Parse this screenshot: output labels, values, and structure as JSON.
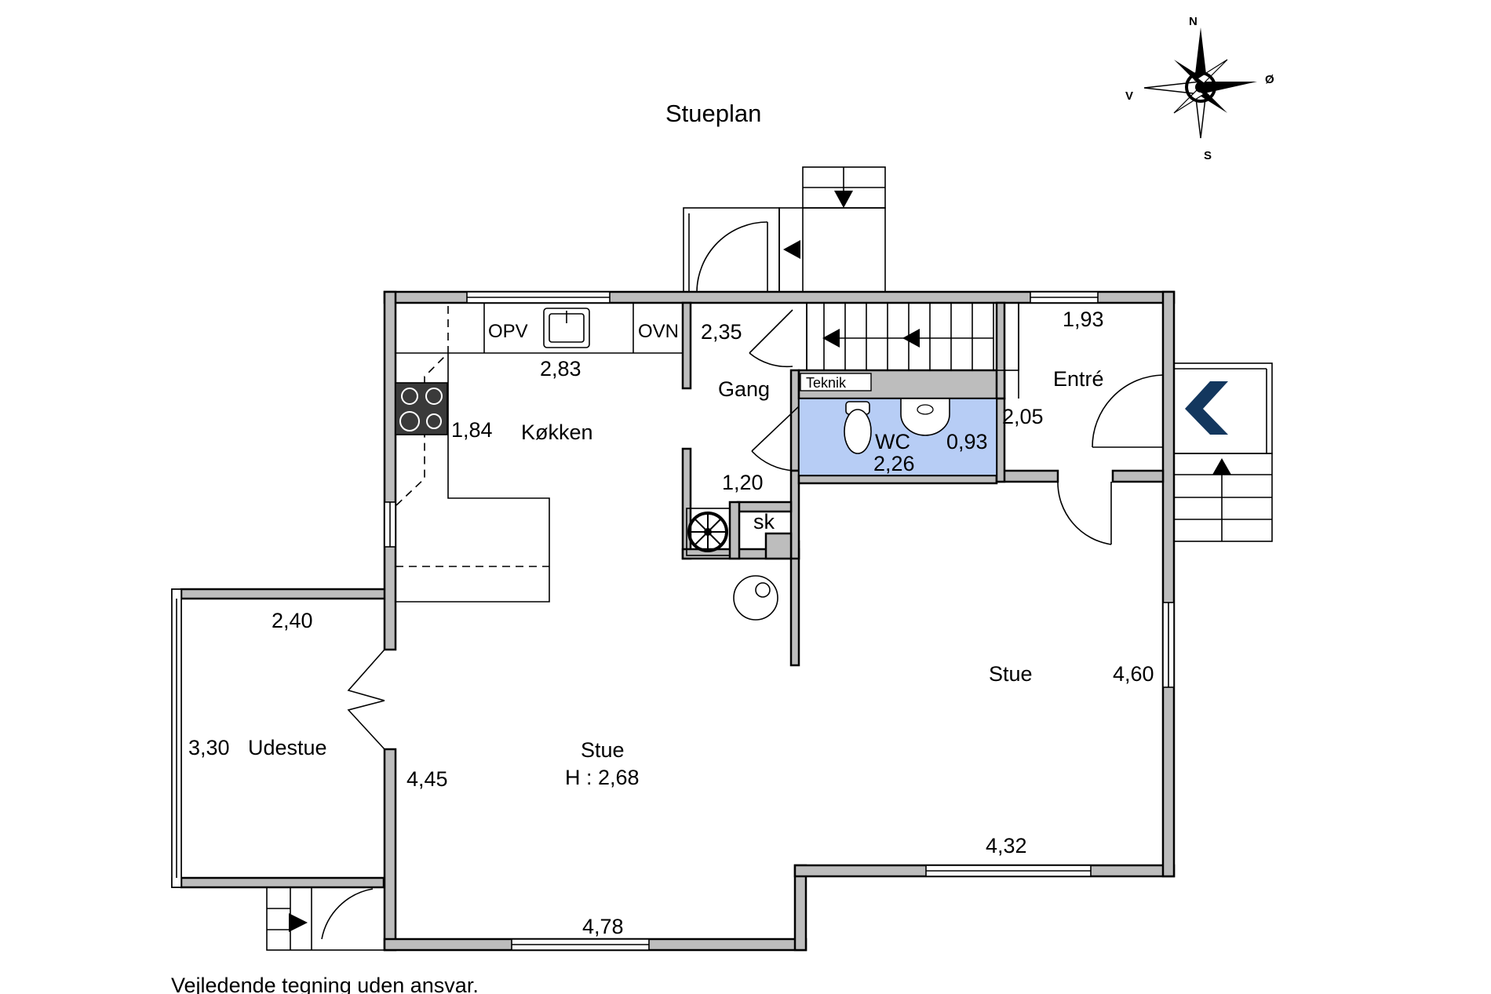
{
  "title": "Stueplan",
  "disclaimer": "Vejledende tegning uden ansvar.",
  "compass": {
    "n": "N",
    "s": "S",
    "e": "Ø",
    "w": "V"
  },
  "rooms": {
    "kitchen": "Køkken",
    "hall": "Gang",
    "entry": "Entré",
    "wc": "WC",
    "living_right": "Stue",
    "living_main": "Stue",
    "living_height": "H : 2,68",
    "sunroom": "Udestue",
    "technical": "Teknik",
    "closet": "sk"
  },
  "fixtures": {
    "dishwasher": "OPV",
    "oven": "OVN"
  },
  "dimensions": {
    "kitchen_top": "2,35",
    "kitchen_counter": "2,83",
    "kitchen_side": "1,84",
    "hall_width": "1,20",
    "wc_width": "2,26",
    "wc_depth": "0,93",
    "entry_top": "1,93",
    "entry_side": "2,05",
    "sunroom_width": "2,40",
    "sunroom_depth": "3,30",
    "living_left": "4,45",
    "living_right_side": "4,60",
    "living_bottom_right": "4,32",
    "living_bottom": "4,78"
  },
  "colors": {
    "wall": "#bdbdbd",
    "wc_fill": "#b7cdf5",
    "entry_arrow": "#13375e"
  }
}
